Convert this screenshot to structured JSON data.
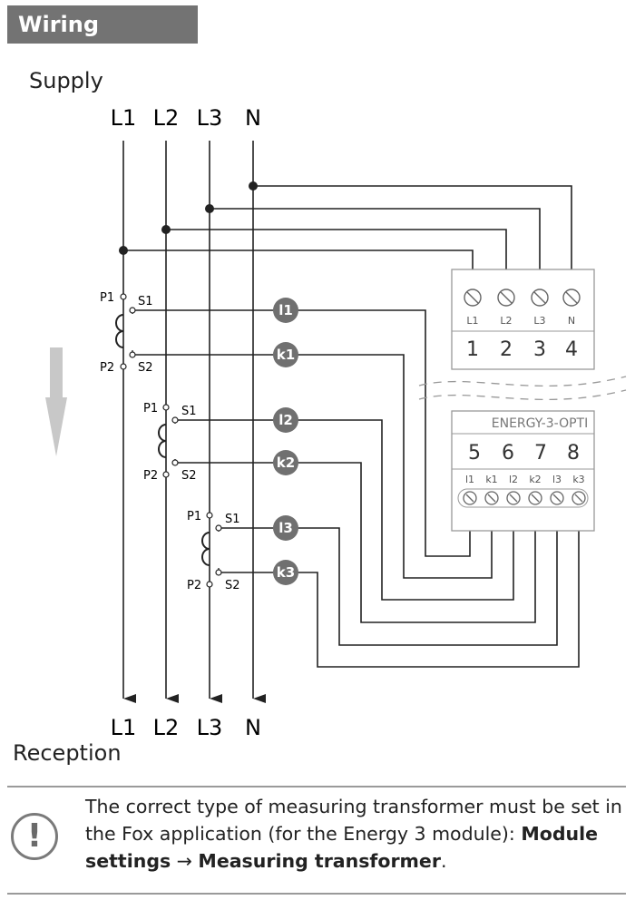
{
  "header": {
    "title": "Wiring diagram"
  },
  "diagram": {
    "supply_label": "Supply",
    "reception_label": "Reception",
    "phases": [
      "L1",
      "L2",
      "L3",
      "N"
    ],
    "transformer_labels": {
      "p1": "P1",
      "p2": "P2",
      "s1": "S1",
      "s2": "S2"
    },
    "connector_badges": [
      "l1",
      "k1",
      "l2",
      "k2",
      "l3",
      "k3"
    ],
    "module": {
      "name": "ENERGY-3-OPTI",
      "top_terminal_labels": [
        "L1",
        "L2",
        "L3",
        "N"
      ],
      "top_numbers": [
        "1",
        "2",
        "3",
        "4"
      ],
      "bottom_numbers": [
        "5",
        "6",
        "7",
        "8"
      ],
      "bottom_terminal_labels": [
        "l1",
        "k1",
        "l2",
        "k2",
        "l3",
        "k3"
      ]
    },
    "colors": {
      "line": "#222222",
      "badge": "#707070",
      "arrow": "#c8c8c8",
      "module_border": "#999999"
    }
  },
  "note": {
    "icon": "exclamation-icon",
    "text_before": "The correct type of measuring transformer must be set in the Fox application (for the Energy 3 module): ",
    "bold1": "Module settings",
    "arrow": " → ",
    "bold2": "Measuring transformer",
    "text_after": "."
  }
}
